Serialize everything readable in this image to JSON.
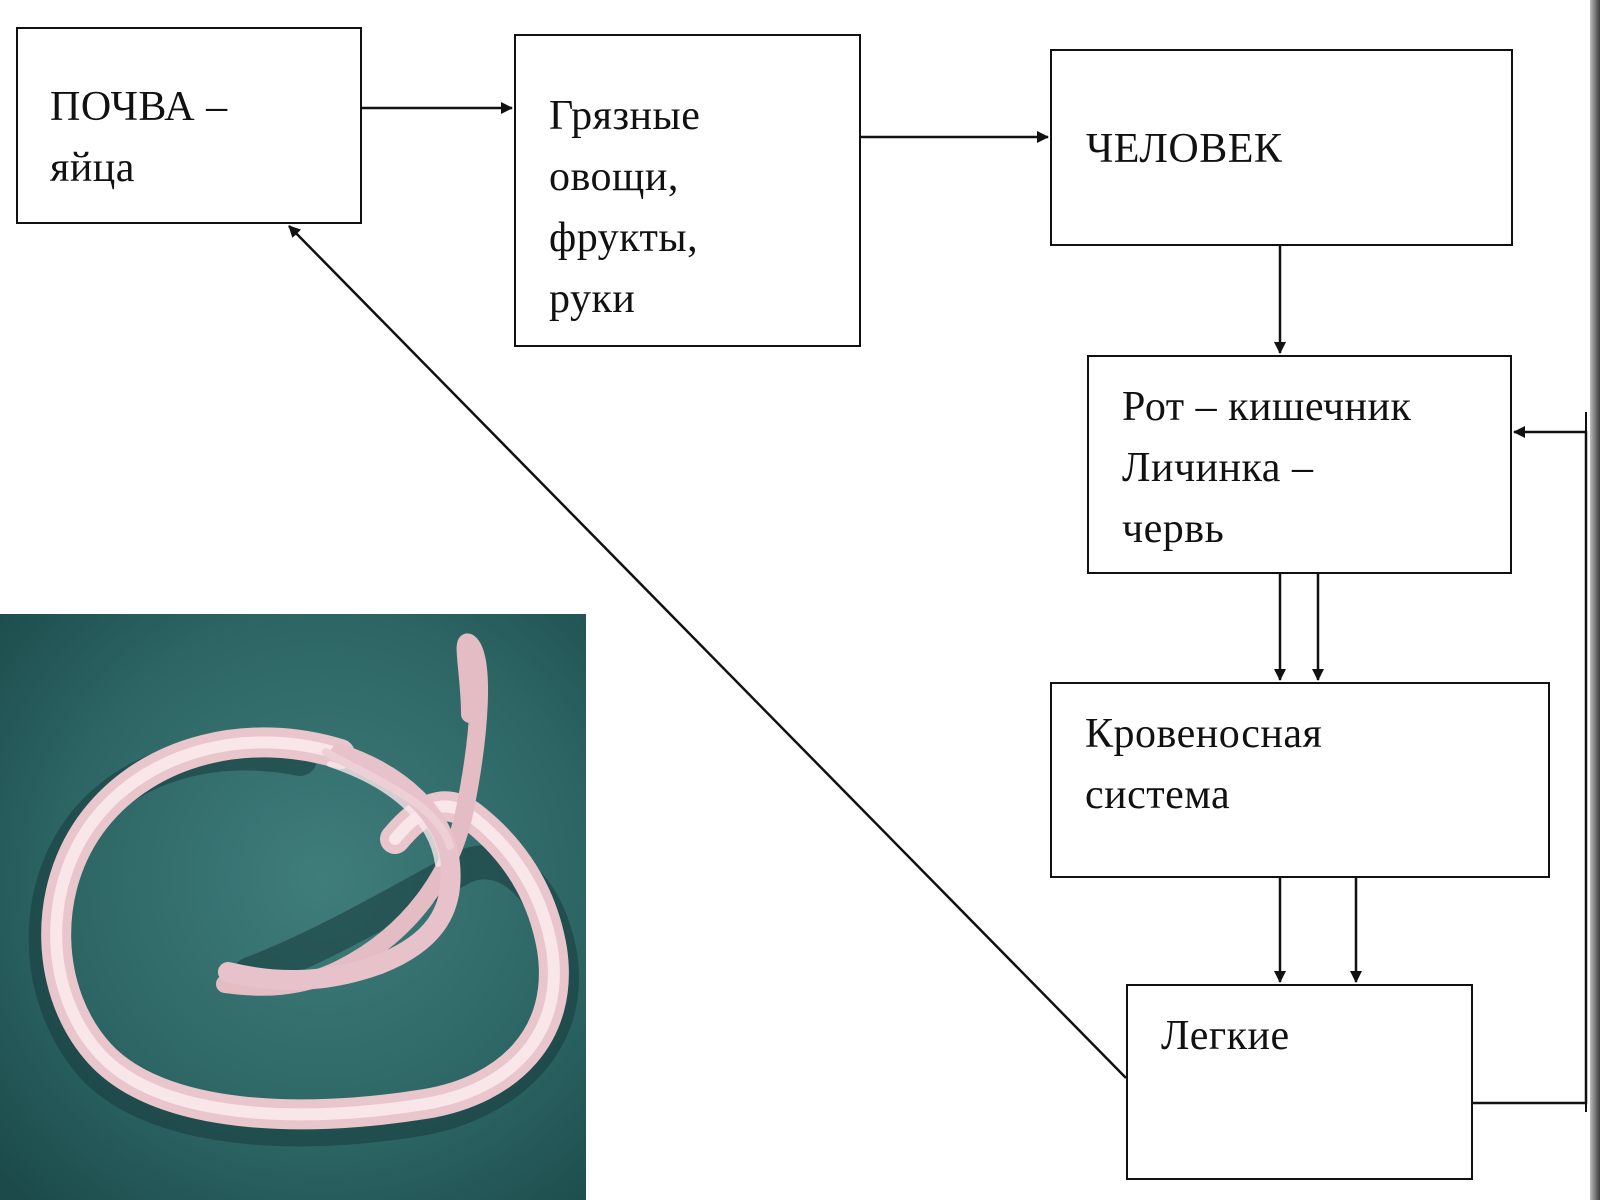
{
  "diagram": {
    "nodes": {
      "soil": {
        "lines": [
          "ПОЧВА –",
          "яйца"
        ]
      },
      "dirty": {
        "lines": [
          "Грязные",
          "овощи,",
          "фрукты,",
          "руки"
        ]
      },
      "human": {
        "lines": [
          "ЧЕЛОВЕК"
        ]
      },
      "mouth": {
        "lines": [
          "Рот – кишечник",
          "Личинка –",
          "червь"
        ]
      },
      "blood": {
        "lines": [
          "Кровеносная",
          "система"
        ]
      },
      "lungs": {
        "lines": [
          "Легкие"
        ]
      }
    },
    "edges": [
      {
        "from": "soil",
        "to": "dirty"
      },
      {
        "from": "dirty",
        "to": "human"
      },
      {
        "from": "human",
        "to": "mouth"
      },
      {
        "from": "mouth",
        "to": "blood"
      },
      {
        "from": "mouth",
        "to": "blood"
      },
      {
        "from": "blood",
        "to": "lungs"
      },
      {
        "from": "blood",
        "to": "lungs"
      },
      {
        "from": "lungs",
        "to": "mouth"
      },
      {
        "from": "lungs",
        "to": "soil"
      }
    ],
    "colors": {
      "line": "#111111",
      "box_fill": "#ffffff",
      "photo_background": "#2f6a6a",
      "worm": "#f2d8dd"
    }
  },
  "photo": {
    "subject": "roundworm-photo"
  }
}
